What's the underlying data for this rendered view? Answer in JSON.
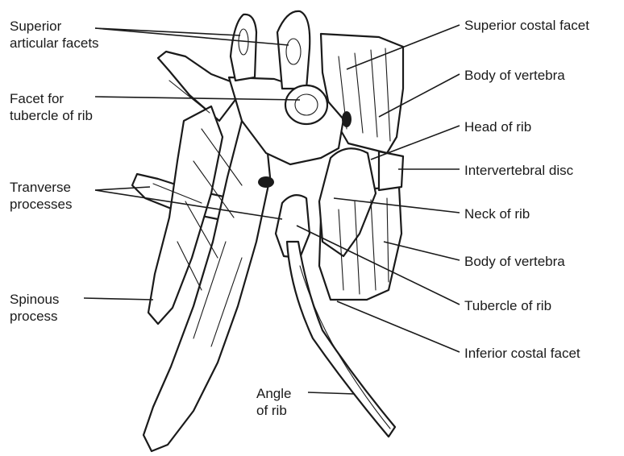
{
  "labels": {
    "superior_articular_facets": [
      "Superior",
      "articular facets"
    ],
    "facet_for_tubercle": [
      "Facet for",
      "tubercle of rib"
    ],
    "transverse_processes": [
      "Tranverse",
      "processes"
    ],
    "spinous_process": [
      "Spinous",
      "process"
    ],
    "angle_of_rib": [
      "Angle",
      "of rib"
    ],
    "superior_costal_facet": "Superior costal facet",
    "body_of_vertebra_top": "Body of vertebra",
    "head_of_rib": "Head of rib",
    "intervertebral_disc": "Intervertebral disc",
    "neck_of_rib": "Neck of rib",
    "body_of_vertebra_bottom": "Body of vertebra",
    "tubercle_of_rib": "Tubercle of rib",
    "inferior_costal_facet": "Inferior costal facet"
  }
}
